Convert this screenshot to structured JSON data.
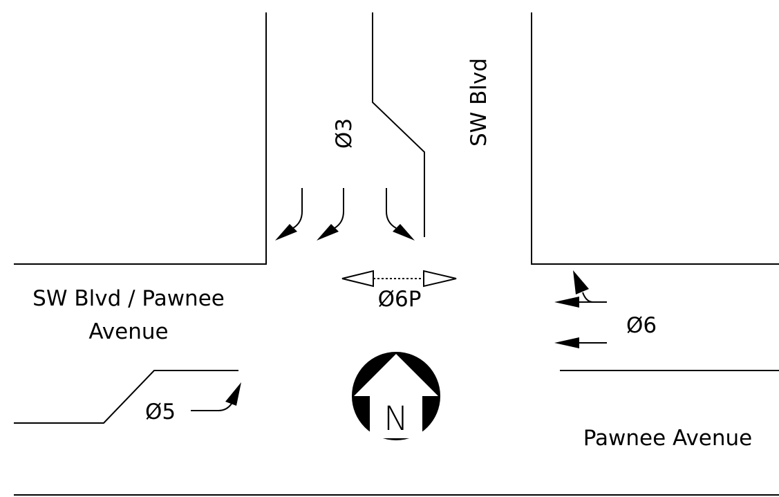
{
  "labels": {
    "north_street": "SW Blvd",
    "intersection": [
      "SW Blvd / Pawnee",
      "Avenue"
    ],
    "east_street": "Pawnee Avenue",
    "phase_3": "Ø3",
    "phase_5": "Ø5",
    "phase_6": "Ø6",
    "phase_6_ped": "Ø6P",
    "north_arrow": "N"
  },
  "colors": {
    "lines": "#000000",
    "background": "#ffffff"
  }
}
